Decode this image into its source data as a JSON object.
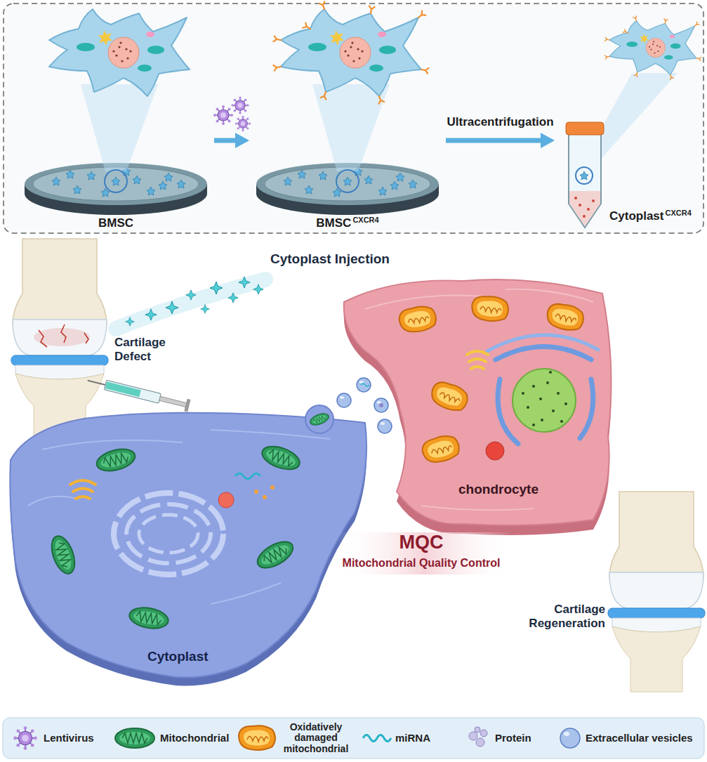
{
  "diagram": {
    "nodes": [
      {
        "text": [
          "BMSC"
        ]
      },
      {
        "text": [
          "BMSC",
          "CXCR4"
        ]
      },
      {
        "text": [
          "Cytoplast",
          "CXCR4"
        ]
      },
      {
        "text": [
          "Cytoplast"
        ]
      },
      {
        "text": [
          "chondrocyte"
        ]
      }
    ],
    "edges": [
      {
        "from": 0,
        "to": 1,
        "arrow": "to"
      },
      {
        "from": 1,
        "to": 2,
        "arrow": "to",
        "label": "Ultracentrifugation"
      }
    ],
    "labels": [
      "Cytoplast Injection",
      "Cartilage Defect",
      "MQC",
      "Mitochondrial Quality Control",
      "Cartilage Regeneration"
    ],
    "legend": [
      {
        "text": "Lentivirus"
      },
      {
        "text": "Mitochondrial"
      },
      {
        "text": "Oxidatively damaged mitochondrial"
      },
      {
        "text": "miRNA"
      },
      {
        "text": "Protein"
      },
      {
        "text": "Extracellular vesicles"
      }
    ]
  }
}
